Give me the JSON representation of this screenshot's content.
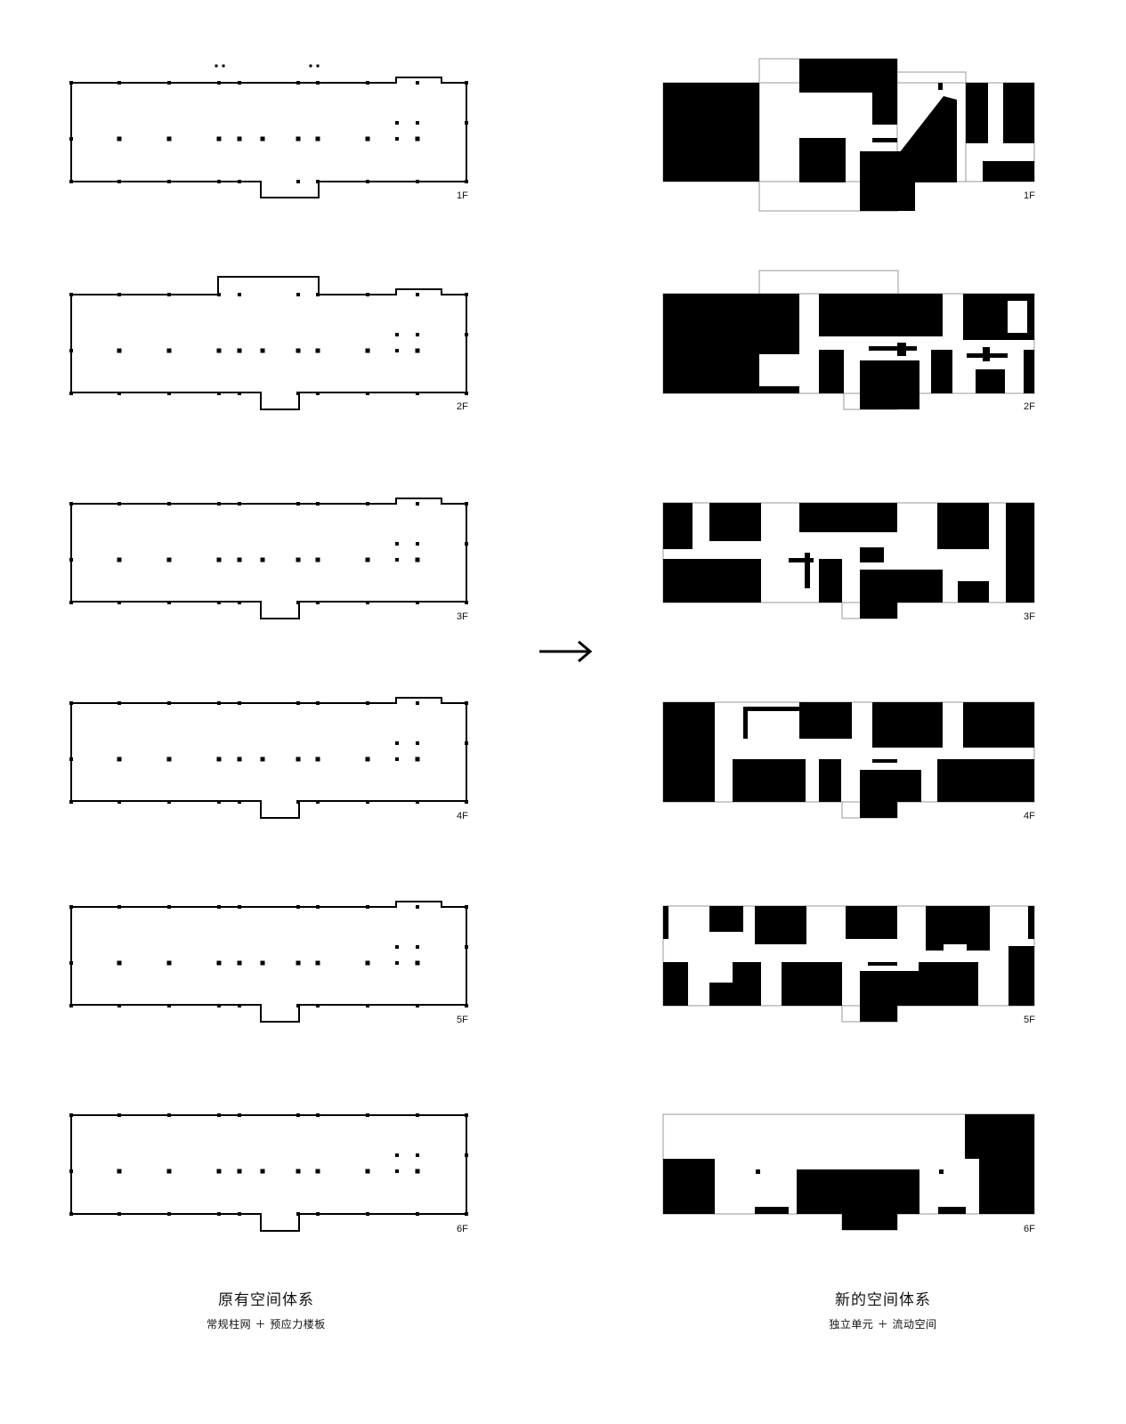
{
  "floors": [
    "1F",
    "2F",
    "3F",
    "4F",
    "5F",
    "6F"
  ],
  "left": {
    "title": "原有空间体系",
    "subtitle": "常规柱网 ＋ 预应力楼板"
  },
  "right": {
    "title": "新的空间体系",
    "subtitle": "独立单元 ＋ 流动空间"
  },
  "arrow": "→"
}
